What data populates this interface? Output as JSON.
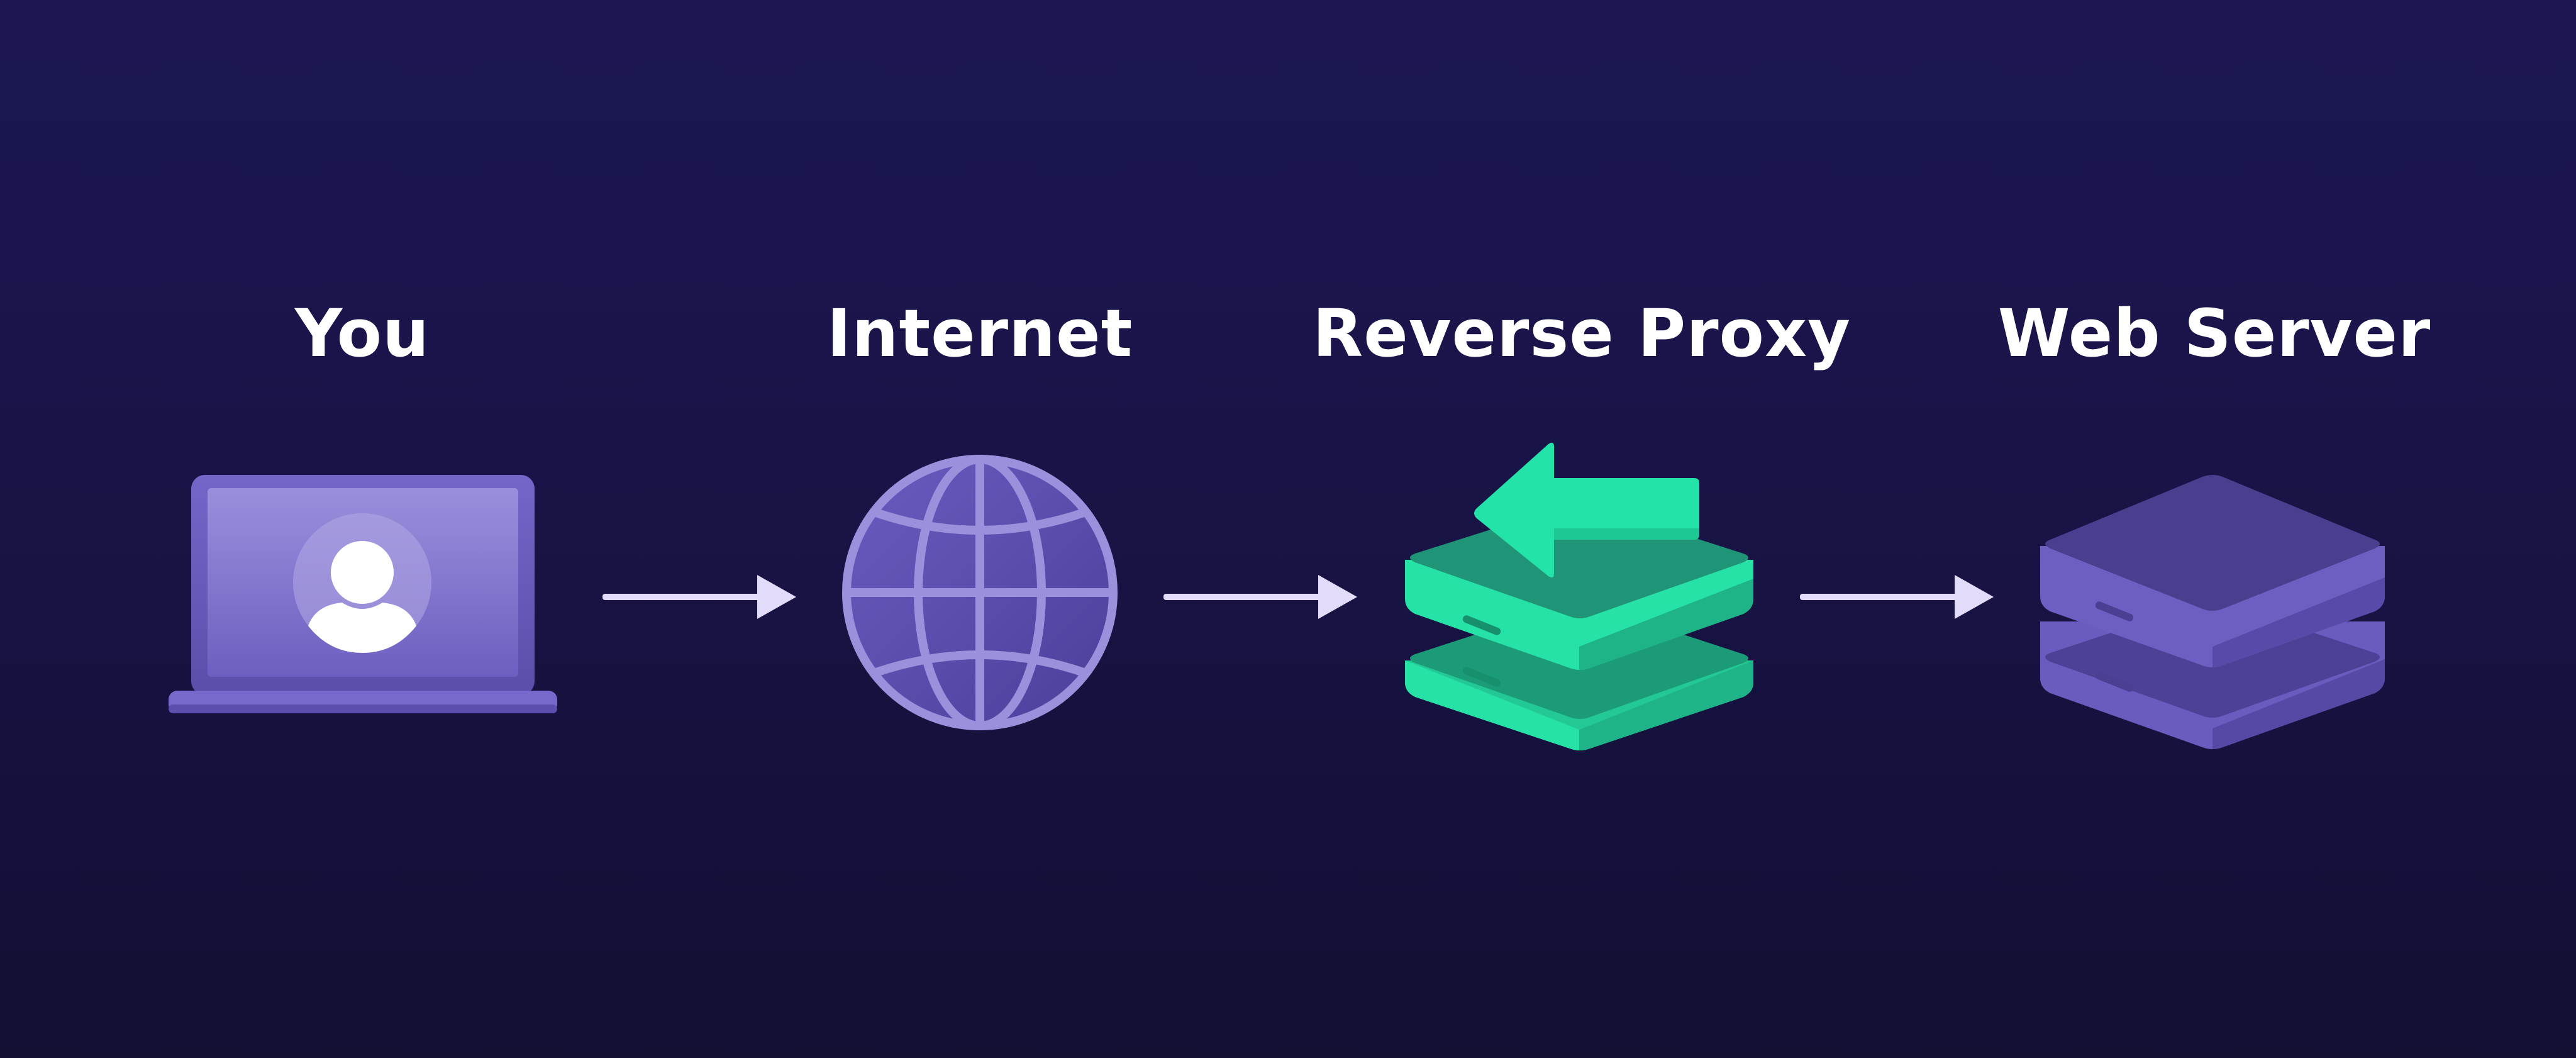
{
  "diagram": {
    "nodes": [
      {
        "id": "you",
        "label": "You",
        "icon": "laptop-user-icon"
      },
      {
        "id": "internet",
        "label": "Internet",
        "icon": "globe-icon"
      },
      {
        "id": "reverse_proxy",
        "label": "Reverse Proxy",
        "icon": "server-stack-arrow-icon"
      },
      {
        "id": "web_server",
        "label": "Web Server",
        "icon": "server-stack-icon"
      }
    ],
    "edges": [
      {
        "from": "you",
        "to": "internet"
      },
      {
        "from": "internet",
        "to": "reverse_proxy"
      },
      {
        "from": "reverse_proxy",
        "to": "web_server"
      }
    ]
  },
  "colors": {
    "background_top": "#1b1652",
    "background_bottom": "#120f33",
    "label_text": "#ffffff",
    "arrow": "#e2dcfa",
    "icon_purple": "#6c5fc0",
    "icon_purple_light": "#9d92dd",
    "proxy_green": "#27e4a8",
    "proxy_green_dark": "#1fa882"
  }
}
